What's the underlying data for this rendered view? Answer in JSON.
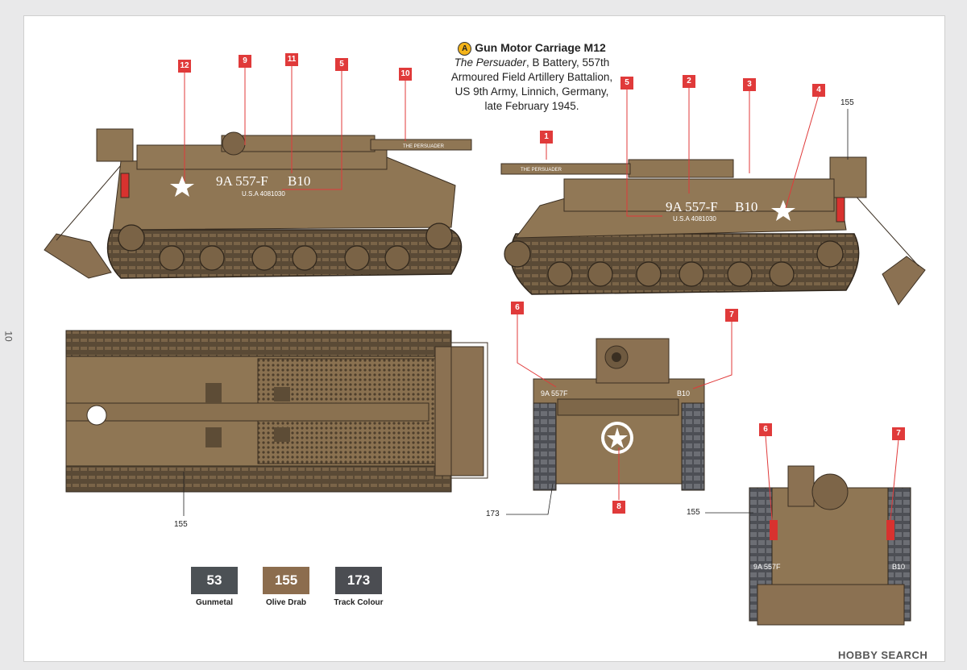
{
  "page_number": "10",
  "title": {
    "letter": "A",
    "heading": "Gun Motor Carriage M12",
    "name": "The Persuader",
    "line1_rest": ", B Battery, 557th",
    "line2": "Armoured Field Artillery Battalion,",
    "line3": "US 9th Army, Linnich, Germany,",
    "line4": "late February 1945."
  },
  "markings": {
    "gun_name": "THE PERSUADER",
    "unit_code": "9A 557-F",
    "vehicle_no": "B10",
    "serial": "U.S.A 4081030",
    "front_left": "9A 557F",
    "front_right": "B10"
  },
  "callouts": [
    "12",
    "9",
    "11",
    "5",
    "10",
    "1",
    "5",
    "2",
    "3",
    "4",
    "6",
    "7",
    "8",
    "6",
    "7"
  ],
  "paint_refs": [
    "155",
    "155",
    "173",
    "155"
  ],
  "colors": {
    "olive": "#8f7654",
    "olive_dark": "#5f4e37",
    "track": "#4a4a4a",
    "callout": "#e03a3a",
    "star": "#ffffff"
  },
  "swatches": [
    {
      "code": "53",
      "label": "Gunmetal",
      "color": "#4c5155"
    },
    {
      "code": "155",
      "label": "Olive Drab",
      "color": "#8c6d4e"
    },
    {
      "code": "173",
      "label": "Track Colour",
      "color": "#4b4d52"
    }
  ],
  "watermark": "HOBBY SEARCH"
}
